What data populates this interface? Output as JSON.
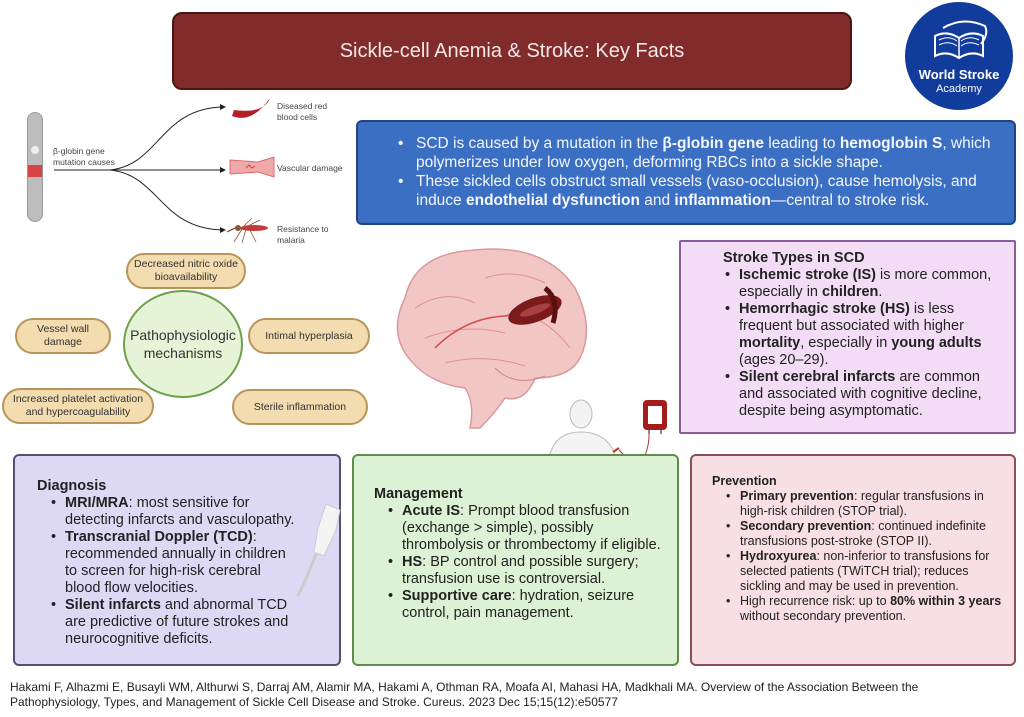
{
  "header": {
    "title": "Sickle-cell Anemia & Stroke: Key Facts"
  },
  "logo": {
    "line1": "World Stroke",
    "line2": "Academy",
    "icon": "open-book-icon",
    "color": "#123c9c"
  },
  "cause_diagram": {
    "source_label": "β-globin gene mutation causes",
    "outcomes": [
      {
        "label": "Diseased red blood cells",
        "icon": "sickle-cell-icon"
      },
      {
        "label": "Vascular damage",
        "icon": "blood-vessel-icon"
      },
      {
        "label": "Resistance to malaria",
        "icon": "mosquito-icon"
      }
    ]
  },
  "intro": {
    "bullets": [
      {
        "parts": [
          {
            "t": "SCD is caused by a mutation in the "
          },
          {
            "t": "β-globin gene",
            "b": true
          },
          {
            "t": " leading to "
          },
          {
            "t": "hemoglobin S",
            "b": true
          },
          {
            "t": ", which polymerizes under low oxygen, deforming RBCs into a sickle shape."
          }
        ]
      },
      {
        "parts": [
          {
            "t": "These sickled cells obstruct small vessels (vaso-occlusion), cause hemolysis, and induce "
          },
          {
            "t": "endothelial dysfunction",
            "b": true
          },
          {
            "t": " and "
          },
          {
            "t": "inflammation",
            "b": true
          },
          {
            "t": "—central to stroke risk."
          }
        ]
      }
    ]
  },
  "mechanisms": {
    "center": "Pathophysiologic mechanisms",
    "items": [
      "Decreased nitric oxide bioavailability",
      "Vessel wall damage",
      "Intimal hyperplasia",
      "Increased platelet activation and hypercoagulability",
      "Sterile inflammation"
    ]
  },
  "stroke_types": {
    "title": "Stroke Types in SCD",
    "bullets": [
      {
        "parts": [
          {
            "t": "Ischemic stroke (IS)",
            "b": true
          },
          {
            "t": " is more common, especially in "
          },
          {
            "t": "children",
            "b": true
          },
          {
            "t": "."
          }
        ]
      },
      {
        "parts": [
          {
            "t": "Hemorrhagic stroke (HS)",
            "b": true
          },
          {
            "t": " is less frequent but associated with higher "
          },
          {
            "t": "mortality",
            "b": true
          },
          {
            "t": ", especially in "
          },
          {
            "t": "young adults",
            "b": true
          },
          {
            "t": " (ages 20–29)."
          }
        ]
      },
      {
        "parts": [
          {
            "t": "Silent cerebral infarcts",
            "b": true
          },
          {
            "t": " are common and associated with cognitive decline, despite being asymptomatic."
          }
        ]
      }
    ]
  },
  "diagnosis": {
    "title": "Diagnosis",
    "bullets": [
      {
        "parts": [
          {
            "t": "MRI/MRA",
            "b": true
          },
          {
            "t": ": most sensitive for detecting infarcts and vasculopathy."
          }
        ]
      },
      {
        "parts": [
          {
            "t": "Transcranial Doppler (TCD)",
            "b": true
          },
          {
            "t": ": recommended annually in children to screen for high-risk cerebral blood flow velocities."
          }
        ]
      },
      {
        "parts": [
          {
            "t": "Silent infarcts",
            "b": true
          },
          {
            "t": " and abnormal TCD are predictive of future strokes and neurocognitive deficits."
          }
        ]
      }
    ]
  },
  "management": {
    "title": "Management",
    "bullets": [
      {
        "parts": [
          {
            "t": "Acute IS",
            "b": true
          },
          {
            "t": ": Prompt blood transfusion (exchange > simple), possibly thrombolysis or thrombectomy if eligible."
          }
        ]
      },
      {
        "parts": [
          {
            "t": "HS",
            "b": true
          },
          {
            "t": ": BP control and possible surgery; transfusion use is controversial."
          }
        ]
      },
      {
        "parts": [
          {
            "t": "Supportive care",
            "b": true
          },
          {
            "t": ": hydration, seizure control, pain management."
          }
        ]
      }
    ]
  },
  "prevention": {
    "title": "Prevention",
    "bullets": [
      {
        "parts": [
          {
            "t": "Primary prevention",
            "b": true
          },
          {
            "t": ": regular transfusions in high-risk children (STOP trial)."
          }
        ]
      },
      {
        "parts": [
          {
            "t": "Secondary prevention",
            "b": true
          },
          {
            "t": ": continued indefinite transfusions post-stroke (STOP II)."
          }
        ]
      },
      {
        "parts": [
          {
            "t": "Hydroxyurea",
            "b": true
          },
          {
            "t": ": non-inferior to transfusions for selected patients (TWiTCH trial); reduces sickling and may be used in prevention."
          }
        ]
      },
      {
        "parts": [
          {
            "t": "High recurrence risk: up to "
          },
          {
            "t": "80% within 3 years",
            "b": true
          },
          {
            "t": " without secondary prevention."
          }
        ]
      }
    ]
  },
  "citation": "Hakami F, Alhazmi E, Busayli WM, Althurwi S, Darraj AM, Alamir MA, Hakami A, Othman RA, Moafa AI, Mahasi HA, Madkhali MA. Overview of the Association Between the Pathophysiology, Types, and Management of Sickle Cell Disease and Stroke. Cureus. 2023 Dec 15;15(12):e50577",
  "illustrations": {
    "brain": "brain-with-sickle-cells-icon",
    "patient": "patient-transfusion-icon",
    "blood_bag": "blood-bag-icon",
    "ultrasound": "ultrasound-probe-icon"
  }
}
